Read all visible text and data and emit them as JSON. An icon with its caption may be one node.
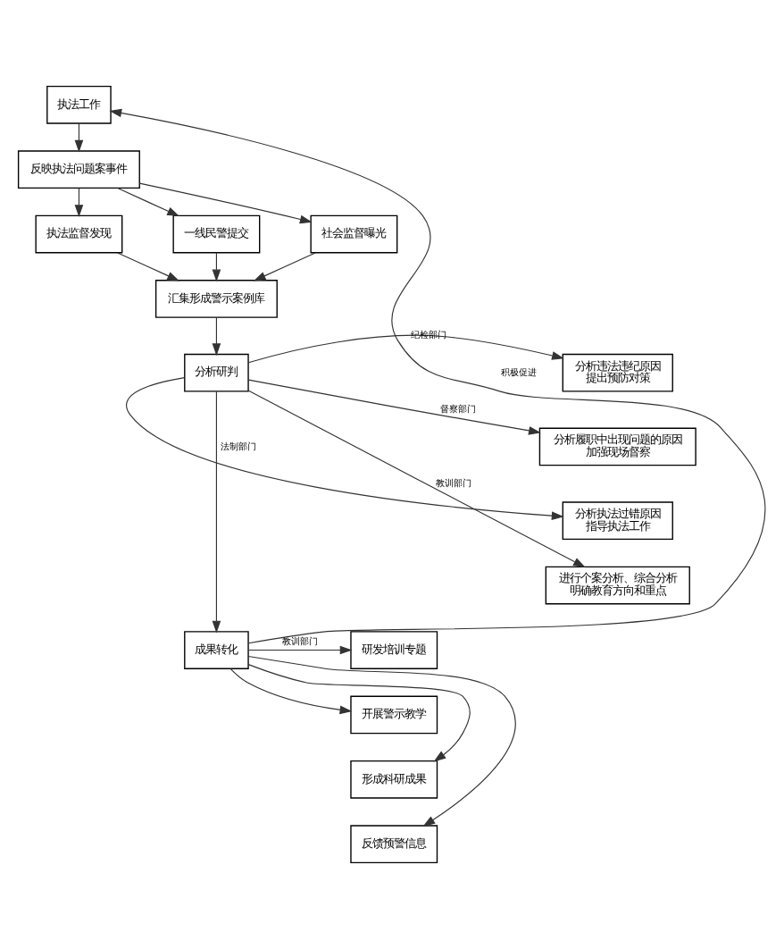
{
  "diagram": {
    "nodes": [
      {
        "text": [
          "执法工作"
        ]
      },
      {
        "text": [
          "反映执法问题案事件"
        ]
      },
      {
        "text": [
          "执法监督发现"
        ]
      },
      {
        "text": [
          "一线民警提交"
        ]
      },
      {
        "text": [
          "社会监督曝光"
        ]
      },
      {
        "text": [
          "汇集形成警示案例库"
        ]
      },
      {
        "text": [
          "分析研判"
        ]
      },
      {
        "text": [
          "分析违法违纪原因",
          "提出预防对策"
        ]
      },
      {
        "text": [
          "分析履职中出现问题的原因",
          "加强现场督察"
        ]
      },
      {
        "text": [
          "分析执法过错原因",
          "指导执法工作"
        ]
      },
      {
        "text": [
          "进行个案分析、综合分析",
          "明确教育方向和重点"
        ]
      },
      {
        "text": [
          "成果转化"
        ]
      },
      {
        "text": [
          "研发培训专题"
        ]
      },
      {
        "text": [
          "开展警示教学"
        ]
      },
      {
        "text": [
          "形成科研成果"
        ]
      },
      {
        "text": [
          "反馈预警信息"
        ]
      }
    ],
    "edges": [
      {
        "from": 0,
        "to": 1,
        "arrow": "to"
      },
      {
        "from": 1,
        "to": 2,
        "arrow": "to"
      },
      {
        "from": 1,
        "to": 3,
        "arrow": "to"
      },
      {
        "from": 1,
        "to": 4,
        "arrow": "to"
      },
      {
        "from": 2,
        "to": 5,
        "arrow": "to"
      },
      {
        "from": 3,
        "to": 5,
        "arrow": "to"
      },
      {
        "from": 4,
        "to": 5,
        "arrow": "to"
      },
      {
        "from": 5,
        "to": 6,
        "arrow": "to"
      },
      {
        "from": 6,
        "to": 7,
        "arrow": "to",
        "label": "纪检部门"
      },
      {
        "from": 6,
        "to": 8,
        "arrow": "to",
        "label": "督察部门"
      },
      {
        "from": 6,
        "to": 9,
        "arrow": "to",
        "label": "法制部门"
      },
      {
        "from": 6,
        "to": 10,
        "arrow": "to",
        "label": "教训部门"
      },
      {
        "from": 6,
        "to": 11,
        "arrow": "to"
      },
      {
        "from": 11,
        "to": 0,
        "arrow": "to",
        "label": "积极促进"
      },
      {
        "from": 11,
        "to": 12,
        "arrow": "to",
        "label": "教训部门"
      },
      {
        "from": 11,
        "to": 13,
        "arrow": "to"
      },
      {
        "from": 11,
        "to": 14,
        "arrow": "to"
      },
      {
        "from": 11,
        "to": 15,
        "arrow": "to"
      }
    ]
  }
}
